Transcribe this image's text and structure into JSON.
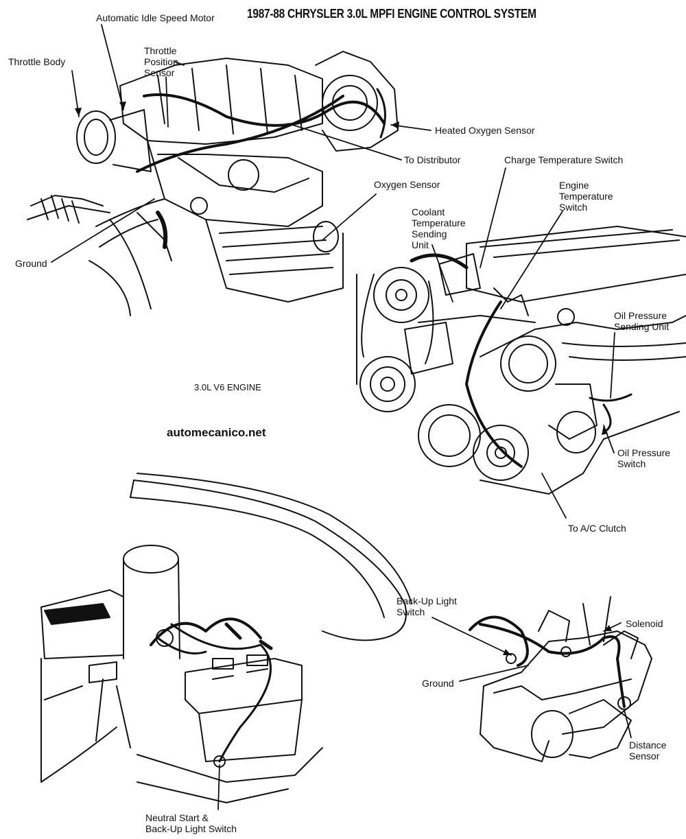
{
  "title": "1987-88 CHRYSLER 3.0L MPFI ENGINE CONTROL SYSTEM",
  "engine_caption": "3.0L V6 ENGINE",
  "watermark": "automecanico.net",
  "labels": {
    "automatic_idle_speed_motor": "Automatic Idle Speed Motor",
    "throttle_body": "Throttle Body",
    "throttle_position_sensor": [
      "Throttle",
      "Position",
      "Sensor"
    ],
    "heated_oxygen_sensor": "Heated Oxygen Sensor",
    "to_distributor": "To Distributor",
    "oxygen_sensor": "Oxygen Sensor",
    "ground_top": "Ground",
    "charge_temperature_switch": "Charge Temperature Switch",
    "engine_temperature_switch": [
      "Engine",
      "Temperature",
      "Switch"
    ],
    "coolant_temperature_sending_unit": [
      "Coolant",
      "Temperature",
      "Sending",
      "Unit"
    ],
    "oil_pressure_sending_unit": [
      "Oil Pressure",
      "Sending Unit"
    ],
    "oil_pressure_switch": [
      "Oil Pressure",
      "Switch"
    ],
    "to_ac_clutch": "To A/C Clutch",
    "backup_light_switch": [
      "Back-Up Light",
      "Switch"
    ],
    "ground_bottom": "Ground",
    "solenoid": "Solenoid",
    "distance_sensor": [
      "Distance",
      "Sensor"
    ],
    "neutral_start_switch": [
      "Neutral Start &",
      "Back-Up Light Switch"
    ]
  }
}
